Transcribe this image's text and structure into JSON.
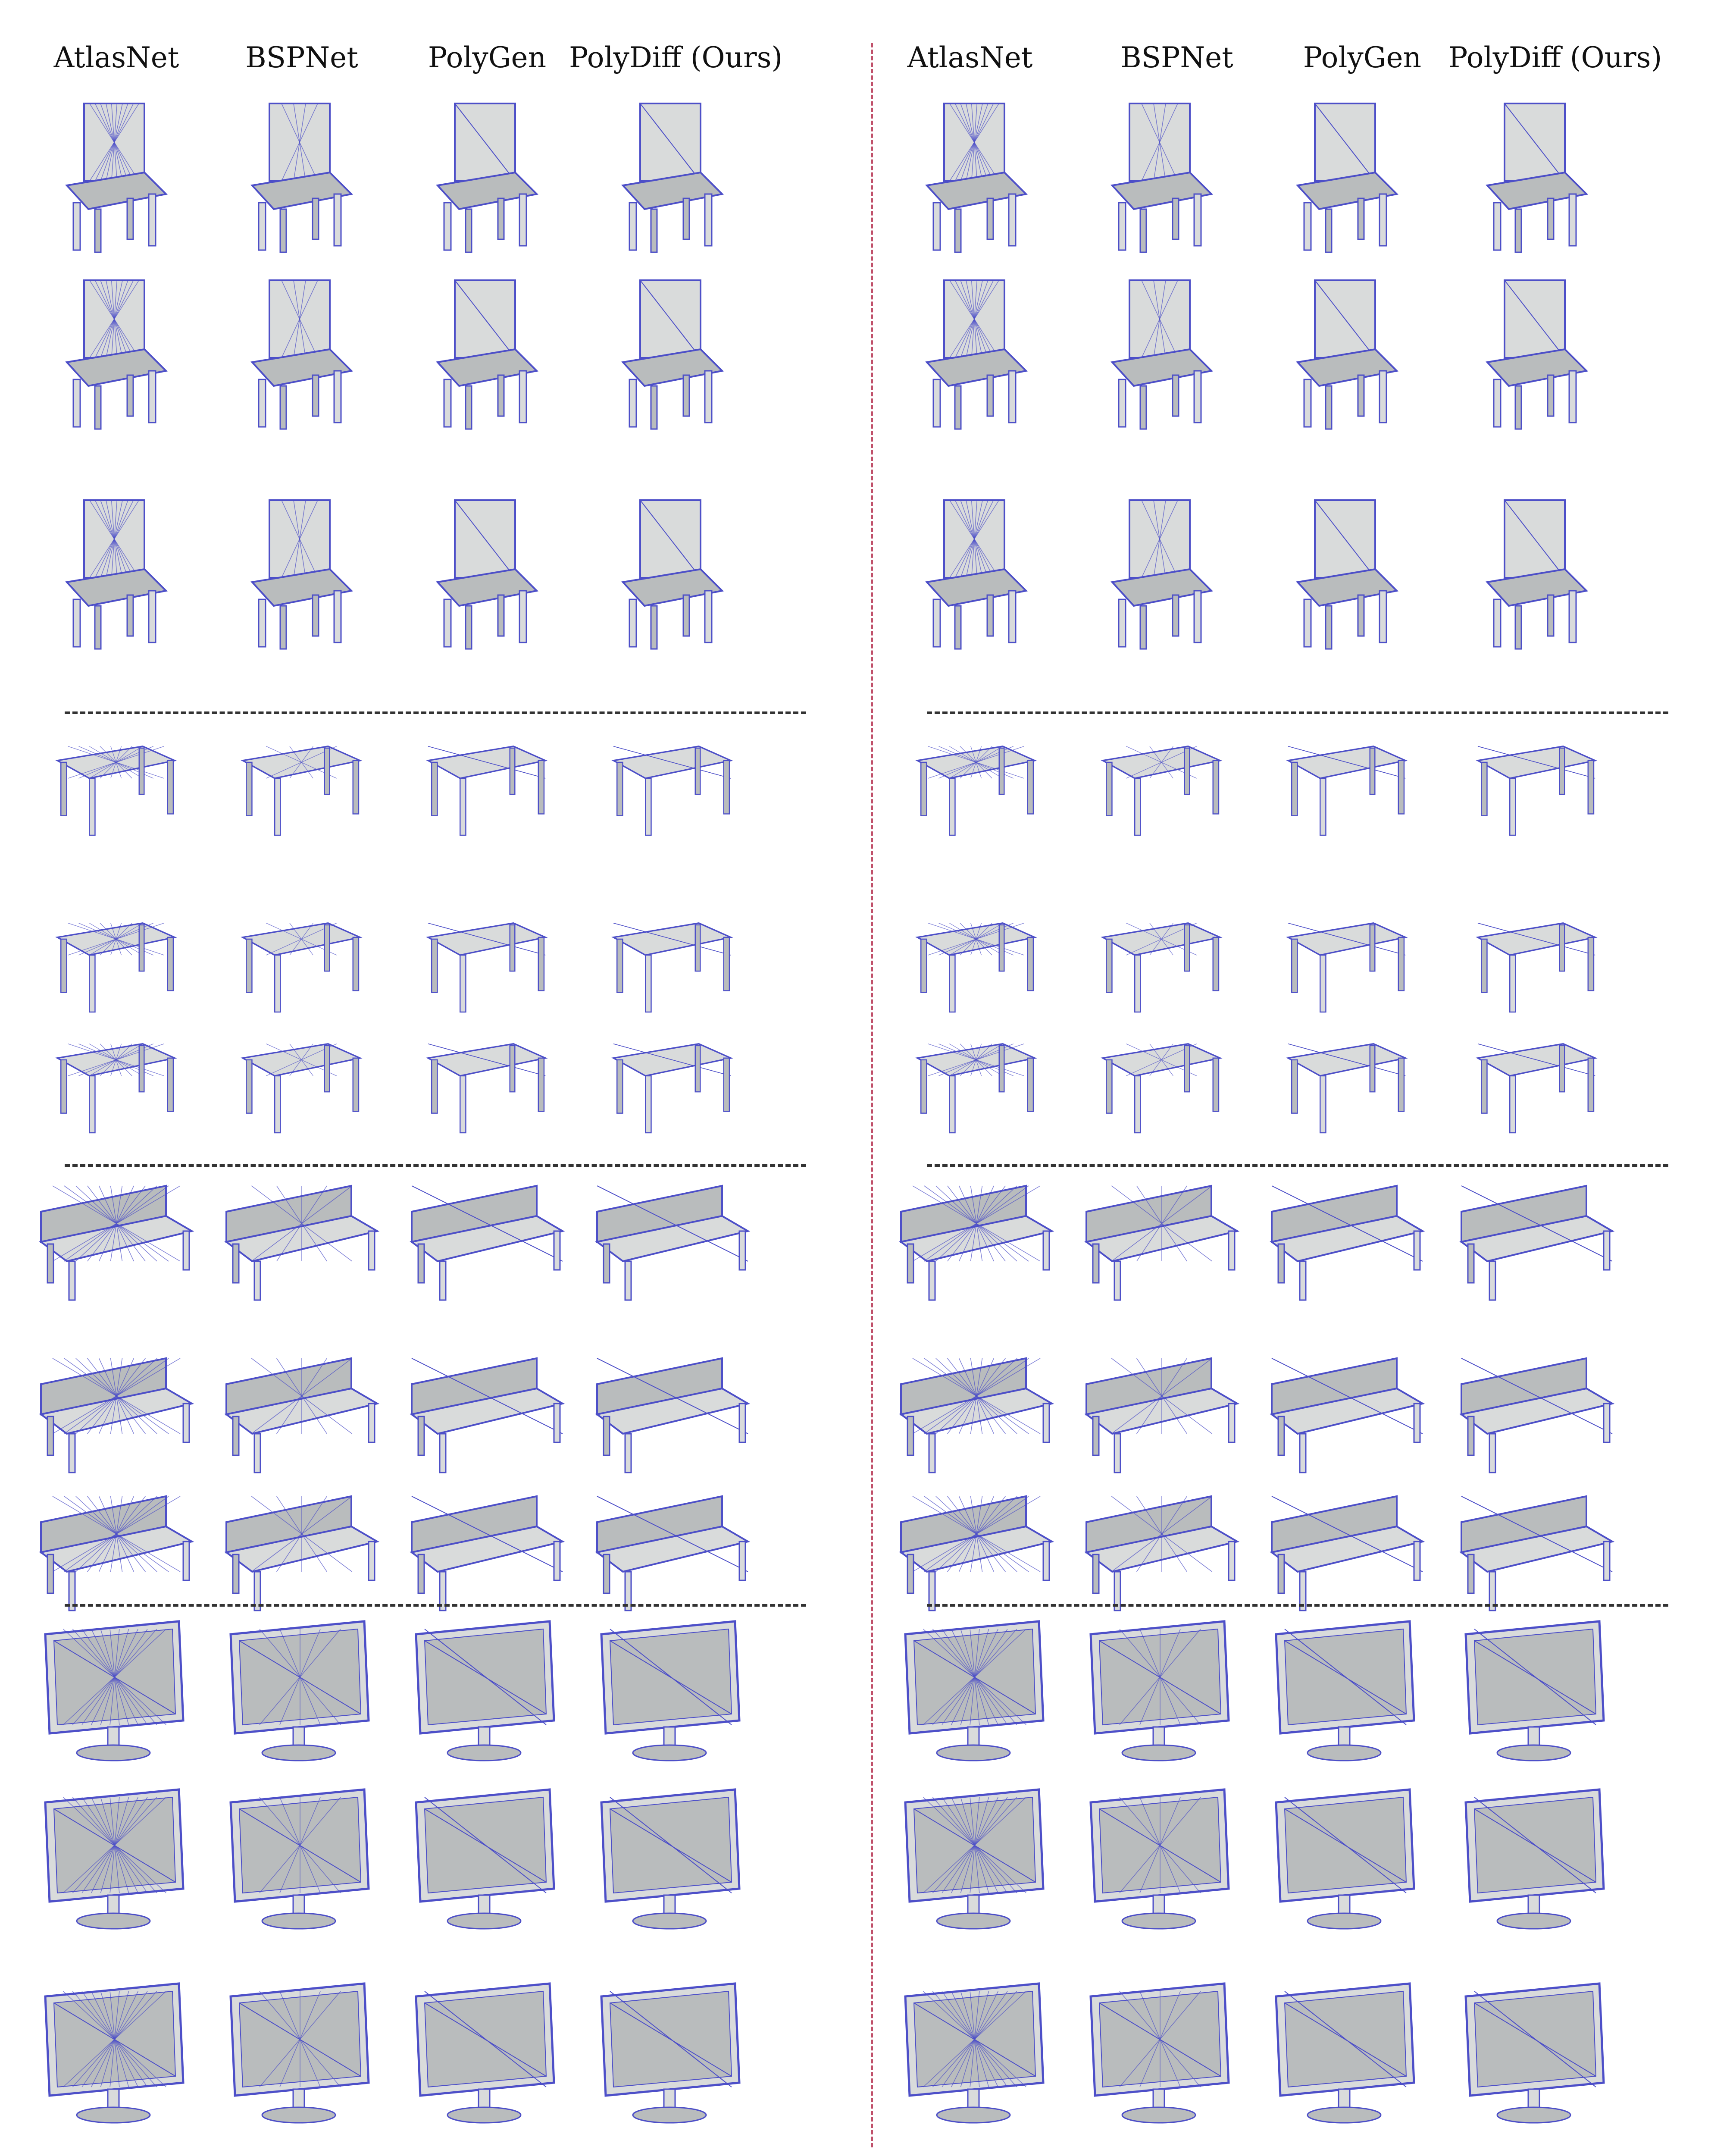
{
  "column_headers": [
    "AtlasNet",
    "BSPNet",
    "PolyGen",
    "PolyDiff (Ours)"
  ],
  "panels": [
    "left",
    "right"
  ],
  "categories": [
    "chair",
    "table",
    "bench",
    "display"
  ],
  "rows_per_category": 3,
  "colors": {
    "mesh_fill": "#d9dbdb",
    "mesh_shade": "#b9bcbd",
    "wire": "#4d4fc8",
    "divider": "#c0506a",
    "separator": "#333333"
  }
}
